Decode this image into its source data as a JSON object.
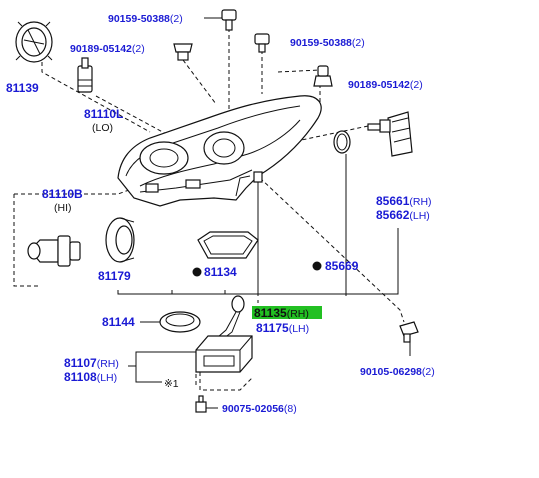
{
  "labels": {
    "p81139": "81139",
    "p90159_top": "90159-50388",
    "p90159_top_qty": "(2)",
    "p90189_left": "90189-05142",
    "p90189_left_qty": "(2)",
    "p90159_right": "90159-50388",
    "p90159_right_qty": "(2)",
    "p90189_right": "90189-05142",
    "p90189_right_qty": "(2)",
    "p81110L": "81110L",
    "p81110L_sub": "(LO)",
    "p81110B": "81110B",
    "p81110B_sub": "(HI)",
    "p85661": "85661",
    "p85661_side": "(RH)",
    "p85662": "85662",
    "p85662_side": "(LH)",
    "p81179": "81179",
    "p81134": "81134",
    "p85669": "85669",
    "p81144": "81144",
    "p81135": "81135",
    "p81135_side": "(RH)",
    "p81175": "81175",
    "p81175_side": "(LH)",
    "p81107": "81107",
    "p81107_side": "(RH)",
    "p81108": "81108",
    "p81108_side": "(LH)",
    "p90105": "90105-06298",
    "p90105_qty": "(2)",
    "p90075": "90075-02056",
    "p90075_qty": "(8)",
    "note_mark": "※1"
  },
  "colors": {
    "callout": "#1a1ad4",
    "highlight": "#22c022",
    "line": "#111111"
  }
}
